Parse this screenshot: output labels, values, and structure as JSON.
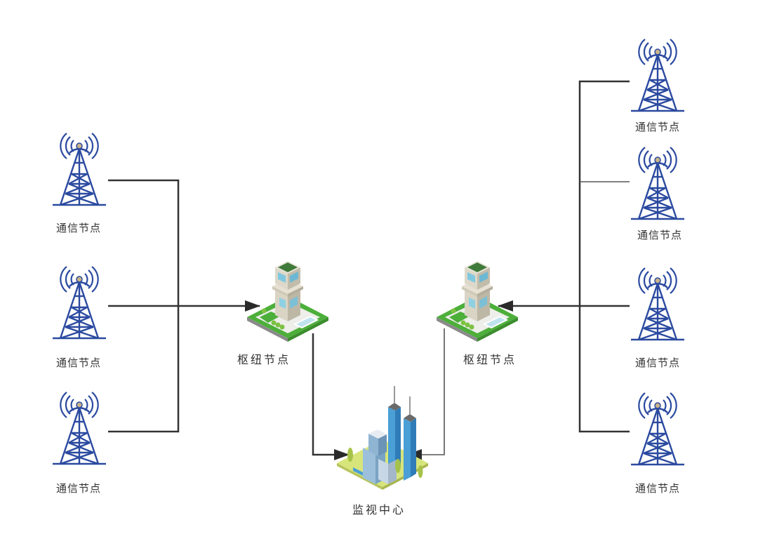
{
  "diagram": {
    "title": "",
    "colors": {
      "tower": "#2b4aa0",
      "tower_tip": "#c9b48a",
      "line": "#333333",
      "grass": "#4caf3a",
      "building_glass": "#4a9fd6"
    },
    "nodes": {
      "left_towers": [
        {
          "id": "L1",
          "label": "通信节点",
          "icon": "radio-tower-icon"
        },
        {
          "id": "L2",
          "label": "通信节点",
          "icon": "radio-tower-icon"
        },
        {
          "id": "L3",
          "label": "通信节点",
          "icon": "radio-tower-icon"
        }
      ],
      "right_towers": [
        {
          "id": "R1",
          "label": "通信节点",
          "icon": "radio-tower-icon"
        },
        {
          "id": "R2",
          "label": "通信节点",
          "icon": "radio-tower-icon"
        },
        {
          "id": "R3",
          "label": "通信节点",
          "icon": "radio-tower-icon"
        },
        {
          "id": "R4",
          "label": "通信节点",
          "icon": "radio-tower-icon"
        }
      ],
      "hubs": [
        {
          "id": "H1",
          "label": "枢纽节点",
          "icon": "house-building-icon"
        },
        {
          "id": "H2",
          "label": "枢纽节点",
          "icon": "house-building-icon"
        }
      ],
      "center": {
        "id": "C",
        "label": "监视中心",
        "icon": "skyscraper-city-icon"
      }
    },
    "edges": [
      {
        "from": [
          "L1",
          "L2",
          "L3"
        ],
        "to": "H1",
        "arrow": "end"
      },
      {
        "from": [
          "R1",
          "R2",
          "R3",
          "R4"
        ],
        "to": "H2",
        "arrow": "end"
      },
      {
        "from": "H1",
        "to": "C",
        "arrow": "end"
      },
      {
        "from": "H2",
        "to": "C",
        "arrow": "end"
      }
    ]
  }
}
